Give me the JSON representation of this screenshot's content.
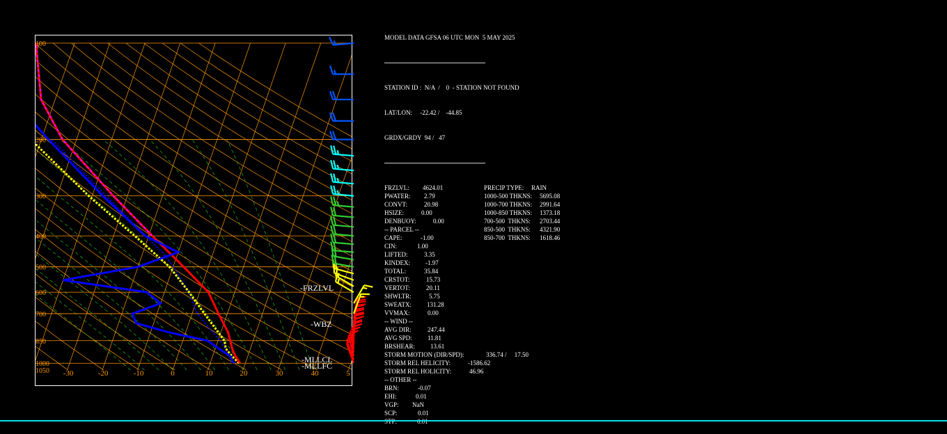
{
  "header": {
    "model_line": "MODEL DATA GFSA 06 UTC MON  5 MAY 2025",
    "station": "STATION ID :  N/A  /    0  - STATION NOT FOUND",
    "latlon": "LAT/LON:     -22.42 /    -44.85",
    "grid": "GRDX/GRDY  94 /   47"
  },
  "params_left": [
    {
      "label": "FRZLVL:",
      "value": "4624.01"
    },
    {
      "label": "PWATER:",
      "value": "2.79"
    },
    {
      "label": "CONVT:",
      "value": "20.98"
    },
    {
      "label": "HSIZE:",
      "value": "0.00"
    },
    {
      "label": "DENBUOY:",
      "value": "0.00"
    },
    {
      "label": "-- PARCEL --",
      "value": ""
    },
    {
      "label": "CAPE:",
      "value": "-1.00"
    },
    {
      "label": "CIN:",
      "value": "1.00"
    },
    {
      "label": "LIFTED:",
      "value": "3.35"
    },
    {
      "label": "KINDEX:",
      "value": "-1.97"
    },
    {
      "label": "TOTAL:",
      "value": "35.84"
    },
    {
      "label": "CRSTOT:",
      "value": "15.73"
    },
    {
      "label": "VERTOT:",
      "value": "20.11"
    },
    {
      "label": "SHWLTR:",
      "value": "5.75"
    },
    {
      "label": "SWEATX:",
      "value": "131.28"
    },
    {
      "label": "VVMAX:",
      "value": "0.00"
    },
    {
      "label": "-- WIND --",
      "value": ""
    },
    {
      "label": "AVG DIR:",
      "value": "247.44"
    },
    {
      "label": "AVG SPD:",
      "value": "11.81"
    },
    {
      "label": "BRSHEAR:",
      "value": "13.61"
    },
    {
      "label": "STORM MOTION (DIR/SPD):",
      "value": "336.74 /     17.50"
    },
    {
      "label": "STORM REL HELICITY:",
      "value": "-1586.62"
    },
    {
      "label": "STORM REL HOLICITY:",
      "value": "46.96"
    },
    {
      "label": "-- OTHER --",
      "value": ""
    },
    {
      "label": "BRN:",
      "value": "-0.07"
    },
    {
      "label": "EHI:",
      "value": "0.01"
    },
    {
      "label": "VGP:",
      "value": "NaN"
    },
    {
      "label": "SCP:",
      "value": "0.01"
    },
    {
      "label": "STP:",
      "value": "0.01"
    }
  ],
  "params_right": [
    {
      "label": "PRECIP TYPE:",
      "value": "RAIN"
    },
    {
      "label": "1000-500 THKNS:",
      "value": "5695.08"
    },
    {
      "label": "1000-700 THKNS:",
      "value": "2991.64"
    },
    {
      "label": "1000-850 THKNS:",
      "value": "1373.18"
    },
    {
      "label": "700-500  THKNS:",
      "value": "2703.44"
    },
    {
      "label": "850-500  THKNS:",
      "value": "4321.90"
    },
    {
      "label": "850-700  THKNS:",
      "value": "1618.46"
    }
  ],
  "chart_data": {
    "type": "line",
    "subtype": "skew-t log-p",
    "p_ticks": [
      "100",
      "200",
      "300",
      "400",
      "500",
      "600",
      "700",
      "850",
      "1000",
      "1050"
    ],
    "t_ticks": [
      "-30",
      "-20",
      "-10",
      "0",
      "10",
      "20",
      "30",
      "40",
      "5"
    ],
    "level_labels": {
      "frzlvl": "-FRZLVL",
      "wbz": "-WBZ",
      "lcl": "-MLLCL",
      "lfc": "-MLLFC"
    },
    "colors": {
      "isobar": "#ff9900",
      "isotherm": "#ff9900",
      "dry_adiabat": "#ff9900",
      "moist_adiabat": "#22bb22",
      "temperature": "#ff0000",
      "dewpoint": "#0000ff",
      "wetbulb": "#0000ff",
      "parcel": "#ffff00",
      "upper_temp": "#ff00ff"
    },
    "series": [
      {
        "id": "temperature",
        "points": [
          [
            1000,
            18.5
          ],
          [
            950,
            16.5
          ],
          [
            900,
            14.8
          ],
          [
            850,
            13.5
          ],
          [
            800,
            12
          ],
          [
            700,
            7.5
          ],
          [
            600,
            2.5
          ],
          [
            500,
            -7
          ],
          [
            400,
            -19
          ],
          [
            300,
            -34
          ],
          [
            200,
            -54
          ],
          [
            150,
            -64
          ],
          [
            100,
            -71
          ]
        ]
      },
      {
        "id": "dewpoint",
        "points": [
          [
            1000,
            16.5
          ],
          [
            950,
            15
          ],
          [
            900,
            11
          ],
          [
            850,
            7
          ],
          [
            800,
            -5
          ],
          [
            750,
            -15
          ],
          [
            700,
            -17
          ],
          [
            650,
            -10
          ],
          [
            600,
            -15
          ],
          [
            550,
            -40
          ],
          [
            500,
            -20
          ],
          [
            450,
            -10
          ],
          [
            400,
            -21
          ],
          [
            300,
            -37
          ],
          [
            200,
            -58
          ],
          [
            150,
            -72
          ],
          [
            100,
            -80
          ]
        ]
      },
      {
        "id": "wetbulb",
        "points": [
          [
            1000,
            17
          ],
          [
            900,
            12.8
          ],
          [
            850,
            10.5
          ],
          [
            700,
            1.5
          ],
          [
            600,
            -3
          ],
          [
            500,
            -10
          ],
          [
            450,
            -14.5
          ],
          [
            400,
            -21
          ],
          [
            300,
            -36
          ],
          [
            200,
            -57
          ]
        ]
      },
      {
        "id": "parcel",
        "points": [
          [
            1000,
            18.2
          ],
          [
            950,
            15.5
          ],
          [
            900,
            13
          ],
          [
            850,
            11.8
          ],
          [
            700,
            3.5
          ],
          [
            600,
            -3
          ],
          [
            500,
            -11
          ],
          [
            400,
            -24
          ],
          [
            300,
            -41
          ],
          [
            200,
            -63
          ],
          [
            150,
            -73
          ],
          [
            100,
            -80
          ]
        ]
      }
    ],
    "wind_barbs": [
      {
        "p": 1000,
        "dir": 340,
        "spd": 10,
        "color": "#ff0000"
      },
      {
        "p": 975,
        "dir": 340,
        "spd": 15,
        "color": "#ff0000"
      },
      {
        "p": 950,
        "dir": 345,
        "spd": 15,
        "color": "#ff0000"
      },
      {
        "p": 925,
        "dir": 350,
        "spd": 20,
        "color": "#ff0000"
      },
      {
        "p": 900,
        "dir": 355,
        "spd": 20,
        "color": "#ff0000"
      },
      {
        "p": 875,
        "dir": 0,
        "spd": 20,
        "color": "#ff0000"
      },
      {
        "p": 850,
        "dir": 0,
        "spd": 20,
        "color": "#ff0000"
      },
      {
        "p": 825,
        "dir": 5,
        "spd": 20,
        "color": "#ff0000"
      },
      {
        "p": 800,
        "dir": 5,
        "spd": 20,
        "color": "#ff0000"
      },
      {
        "p": 775,
        "dir": 5,
        "spd": 20,
        "color": "#ff0000"
      },
      {
        "p": 750,
        "dir": 10,
        "spd": 20,
        "color": "#ff0000"
      },
      {
        "p": 725,
        "dir": 10,
        "spd": 20,
        "color": "#ff0000"
      },
      {
        "p": 700,
        "dir": 20,
        "spd": 15,
        "color": "#ffff00"
      },
      {
        "p": 650,
        "dir": 30,
        "spd": 15,
        "color": "#ffff00"
      },
      {
        "p": 600,
        "dir": 300,
        "spd": 15,
        "color": "#ffff00"
      },
      {
        "p": 575,
        "dir": 300,
        "spd": 15,
        "color": "#ffff00"
      },
      {
        "p": 550,
        "dir": 290,
        "spd": 15,
        "color": "#ffff00"
      },
      {
        "p": 525,
        "dir": 285,
        "spd": 15,
        "color": "#ffff00"
      },
      {
        "p": 500,
        "dir": 280,
        "spd": 20,
        "color": "#33cc33"
      },
      {
        "p": 475,
        "dir": 280,
        "spd": 20,
        "color": "#33cc33"
      },
      {
        "p": 450,
        "dir": 275,
        "spd": 20,
        "color": "#33cc33"
      },
      {
        "p": 425,
        "dir": 275,
        "spd": 20,
        "color": "#33cc33"
      },
      {
        "p": 400,
        "dir": 275,
        "spd": 20,
        "color": "#33cc33"
      },
      {
        "p": 375,
        "dir": 275,
        "spd": 20,
        "color": "#33cc33"
      },
      {
        "p": 350,
        "dir": 275,
        "spd": 20,
        "color": "#33cc33"
      },
      {
        "p": 325,
        "dir": 275,
        "spd": 25,
        "color": "#33cc33"
      },
      {
        "p": 300,
        "dir": 275,
        "spd": 25,
        "color": "#00ffff"
      },
      {
        "p": 275,
        "dir": 275,
        "spd": 25,
        "color": "#00ffff"
      },
      {
        "p": 250,
        "dir": 275,
        "spd": 25,
        "color": "#00ffff"
      },
      {
        "p": 225,
        "dir": 275,
        "spd": 25,
        "color": "#00ffff"
      },
      {
        "p": 200,
        "dir": 270,
        "spd": 20,
        "color": "#0055ff"
      },
      {
        "p": 175,
        "dir": 270,
        "spd": 20,
        "color": "#0055ff"
      },
      {
        "p": 150,
        "dir": 270,
        "spd": 20,
        "color": "#0055ff"
      },
      {
        "p": 125,
        "dir": 270,
        "spd": 15,
        "color": "#0055ff"
      },
      {
        "p": 100,
        "dir": 265,
        "spd": 15,
        "color": "#0055ff"
      }
    ]
  }
}
